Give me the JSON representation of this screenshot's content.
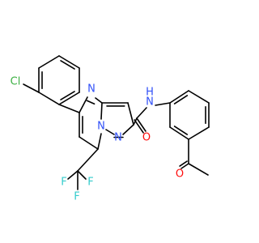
{
  "atoms": {
    "cl": {
      "label": "Cl",
      "color": "#3cb043"
    },
    "n_ring": {
      "label": "N",
      "color": "#3050f8"
    },
    "n_bridge": {
      "label": "N",
      "color": "#3050f8"
    },
    "n_pyrazole": {
      "label": "N",
      "color": "#3050f8"
    },
    "nh": {
      "label": "N",
      "color": "#3050f8",
      "h_label": "H"
    },
    "o_amide": {
      "label": "O",
      "color": "#ff0d0d"
    },
    "o_ketone": {
      "label": "O",
      "color": "#ff0d0d"
    },
    "f1": {
      "label": "F",
      "color": "#33cccc"
    },
    "f2": {
      "label": "F",
      "color": "#33cccc"
    },
    "f3": {
      "label": "F",
      "color": "#33cccc"
    }
  },
  "bond_color": "#000000"
}
